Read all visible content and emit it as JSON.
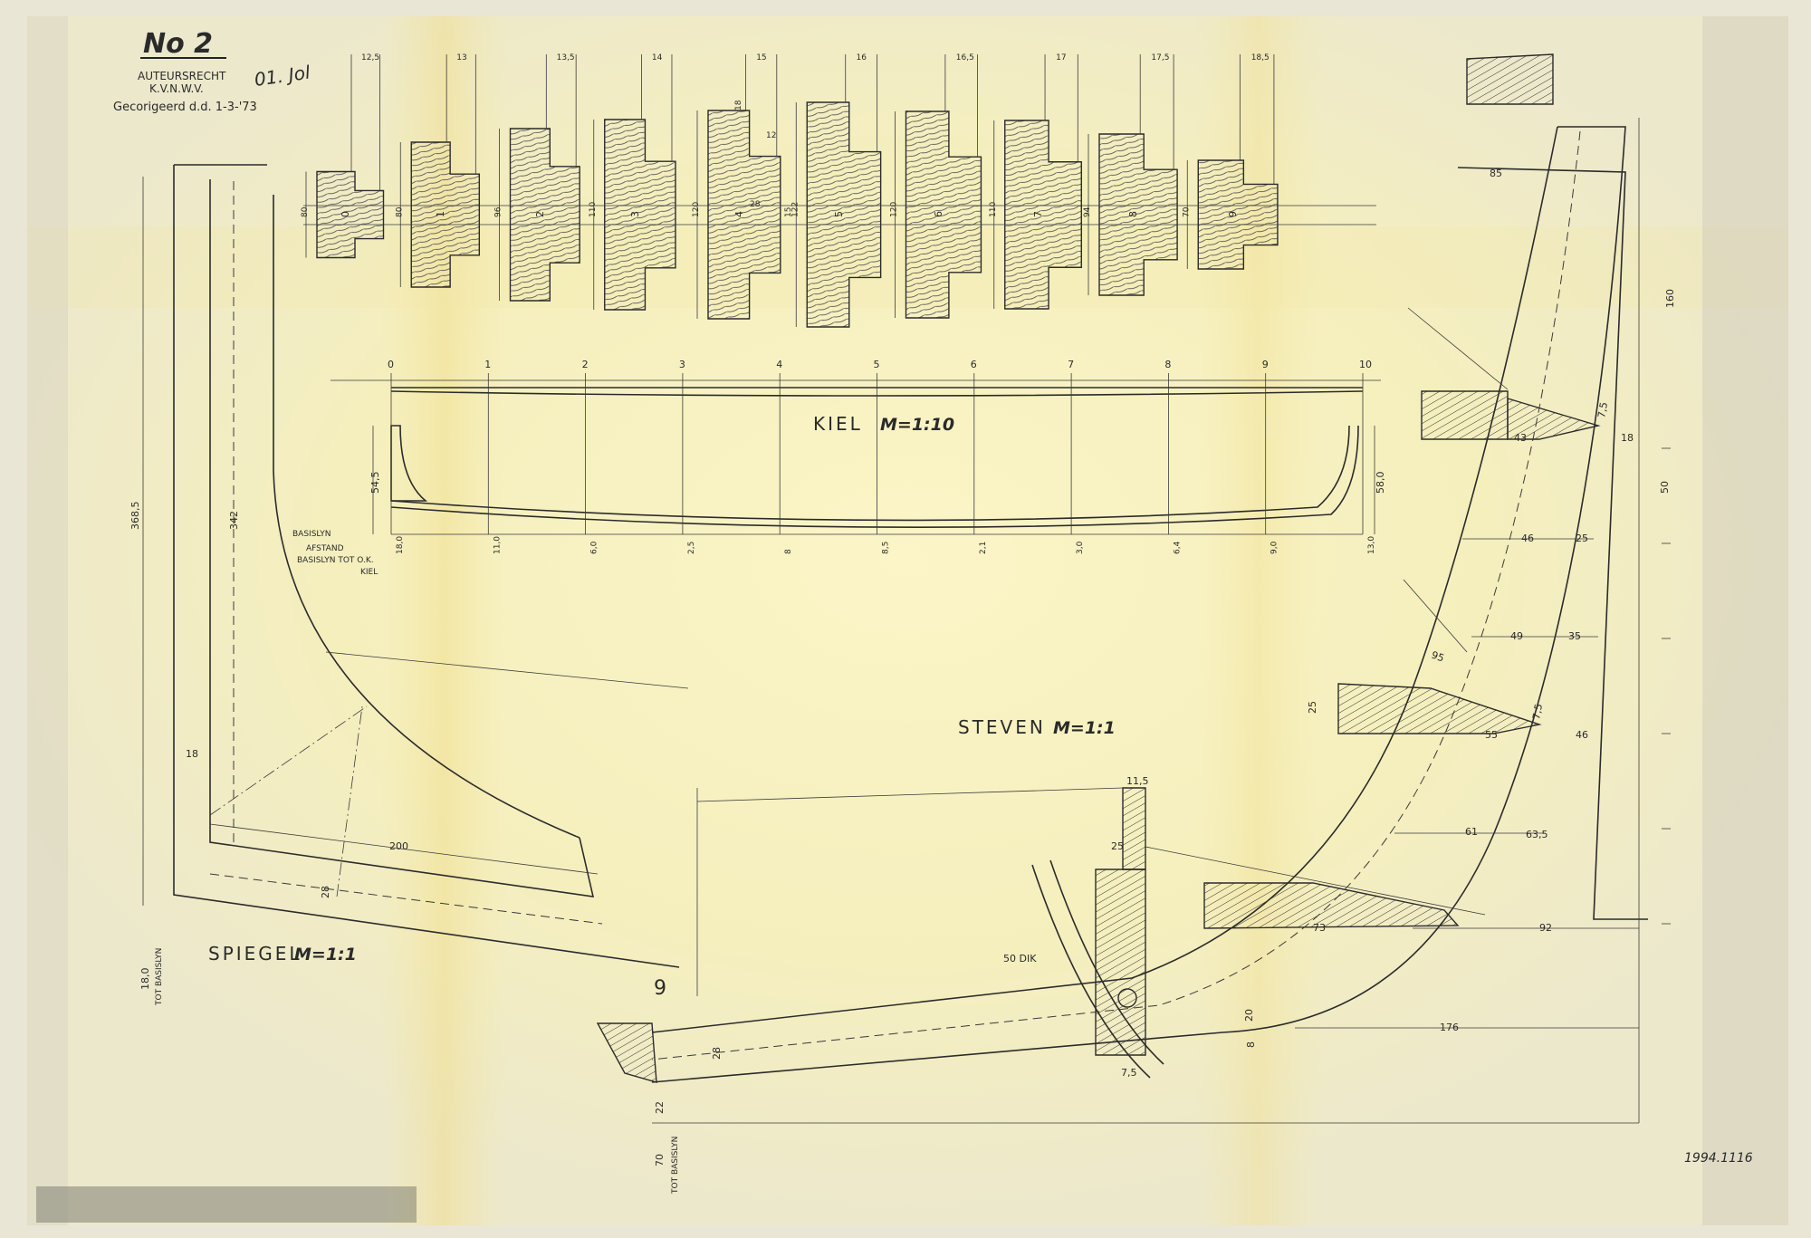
{
  "header": {
    "sheet_number": "No 2",
    "copyright": "AUTEURSRECHT",
    "organization": "K.V.N.W.V.",
    "corrected": "Gecorigeerd d.d. 1-3-'73",
    "handwritten_note": "01. Jol",
    "archive_number": "1994.1116"
  },
  "views": {
    "kiel_title": "KIEL",
    "kiel_scale": "M=1:10",
    "steven_title": "STEVEN",
    "steven_scale": "M=1:1",
    "spiegel_title": "SPIEGEL",
    "spiegel_scale": "M=1:1"
  },
  "sections": {
    "labels": [
      "0",
      "1",
      "2",
      "3",
      "4",
      "5",
      "6",
      "7",
      "8",
      "9"
    ],
    "top_widths": [
      "12,5",
      "13",
      "13,5",
      "14",
      "15",
      "16",
      "16,5",
      "17",
      "17,5",
      "18,5"
    ],
    "heights": [
      "80",
      "80",
      "96",
      "110",
      "120",
      "122",
      "120",
      "110",
      "94",
      "70"
    ],
    "extra": [
      "18",
      "12",
      "28",
      "15"
    ]
  },
  "kiel": {
    "stations": [
      "0",
      "1",
      "2",
      "3",
      "4",
      "5",
      "6",
      "7",
      "8",
      "9",
      "10"
    ],
    "distances": [
      "18,0",
      "11,0",
      "6,0",
      "2,5",
      "8",
      "8,5",
      "2,1",
      "3,0",
      "6,4",
      "9,0",
      "13,0"
    ],
    "legend": [
      "BASISLYN",
      "AFSTAND",
      "BASISLYN TOT O.K.",
      "KIEL"
    ],
    "aft_height": "54,5",
    "fwd_height": "58,0"
  },
  "steven": {
    "dims": [
      "85",
      "160",
      "7,5",
      "18",
      "43",
      "50",
      "46",
      "25",
      "49",
      "35",
      "95",
      "25",
      "55",
      "7,5",
      "46",
      "61",
      "63,5",
      "11,5",
      "25",
      "73",
      "92",
      "50 DIK",
      "20",
      "8",
      "176",
      "7,5",
      "9",
      "28",
      "22",
      "70",
      "TOT BASISLYN"
    ]
  },
  "spiegel": {
    "dims": [
      "368,5",
      "342",
      "18",
      "200",
      "28",
      "18,0",
      "TOT BASISLYN"
    ]
  }
}
